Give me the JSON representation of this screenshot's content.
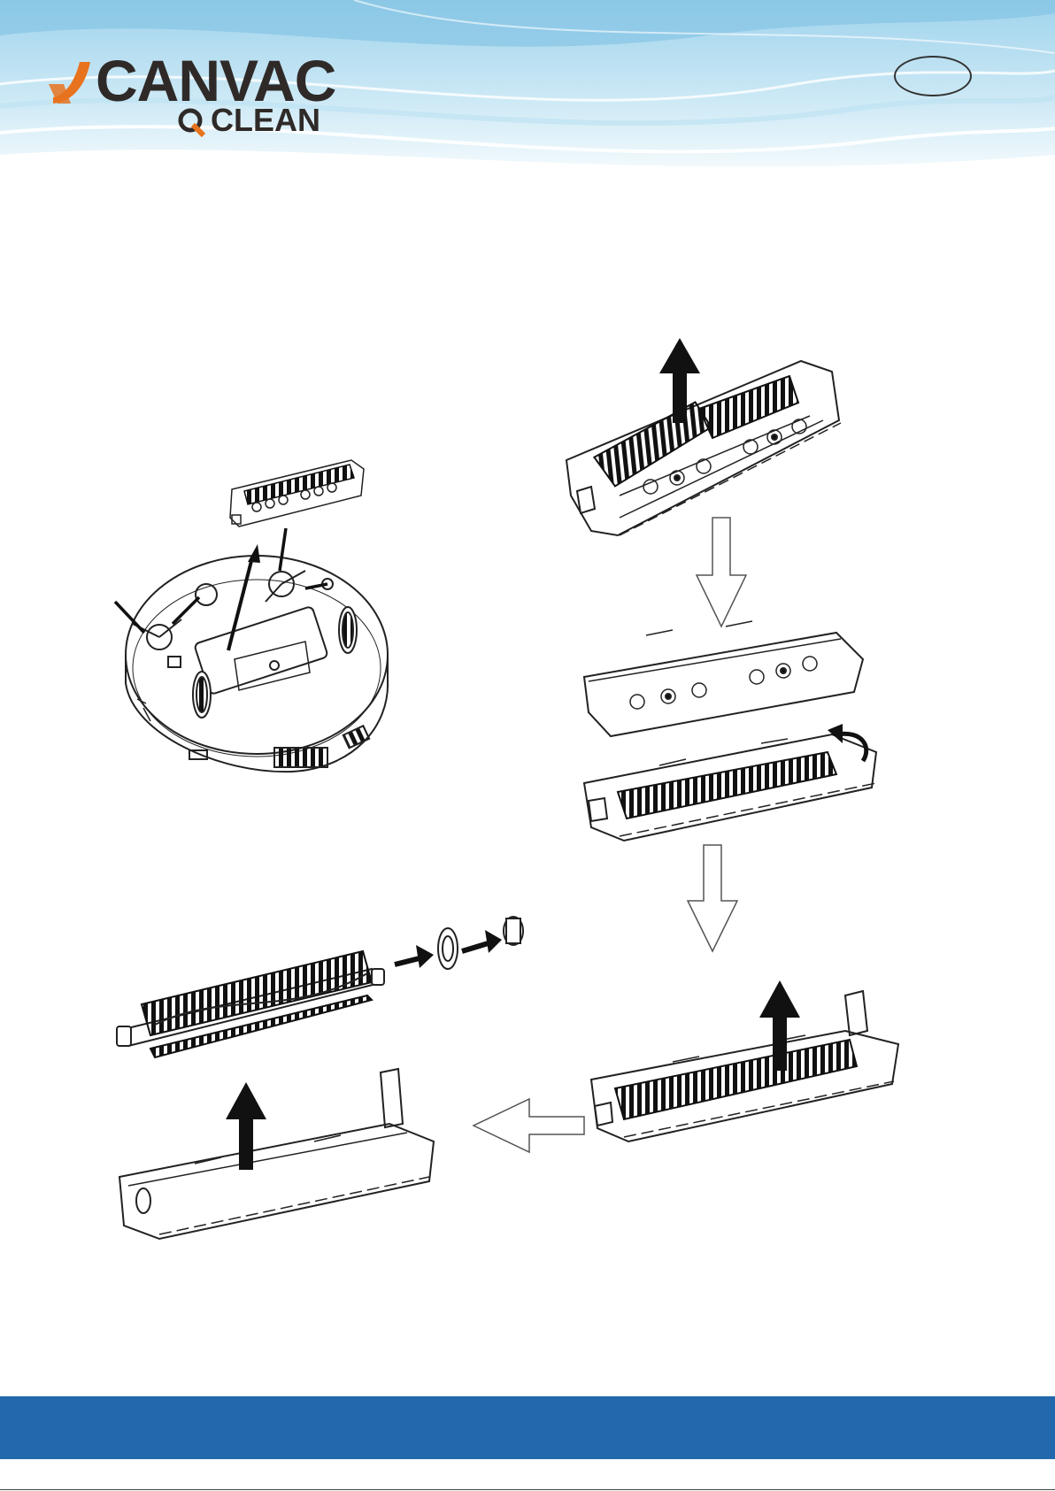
{
  "header": {
    "brand": "CANVAC",
    "sub_brand": "CLEAN",
    "colors": {
      "accent_orange": "#e8731e",
      "wave_blue": "#8fcbe8",
      "text_dark": "#2f2a28"
    }
  },
  "footer": {
    "color": "#2268ad"
  },
  "illustration": {
    "steps": [
      "robot-underside",
      "brush-assembly-lift",
      "brush-cover-separated",
      "brush-lift-out",
      "brush-bearing-removal",
      "empty-brush-frame"
    ]
  }
}
